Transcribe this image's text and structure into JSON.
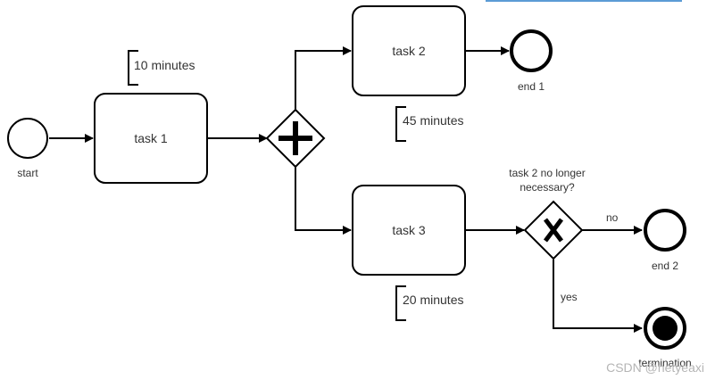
{
  "watermark": "CSDN @netyeaxi",
  "events": {
    "start": "start",
    "end1": "end 1",
    "end2": "end 2",
    "termination": "termination"
  },
  "tasks": {
    "task1": "task 1",
    "task2": "task 2",
    "task3": "task 3"
  },
  "annotations": {
    "task1_duration": "10 minutes",
    "task2_duration": "45 minutes",
    "task3_duration": "20 minutes"
  },
  "gateways": {
    "exclusive_question_line1": "task 2 no longer",
    "exclusive_question_line2": "necessary?"
  },
  "flows": {
    "no": "no",
    "yes": "yes"
  },
  "colors": {
    "stroke": "#000000",
    "text": "#333333",
    "accent_bar": "#5b9bd5"
  }
}
